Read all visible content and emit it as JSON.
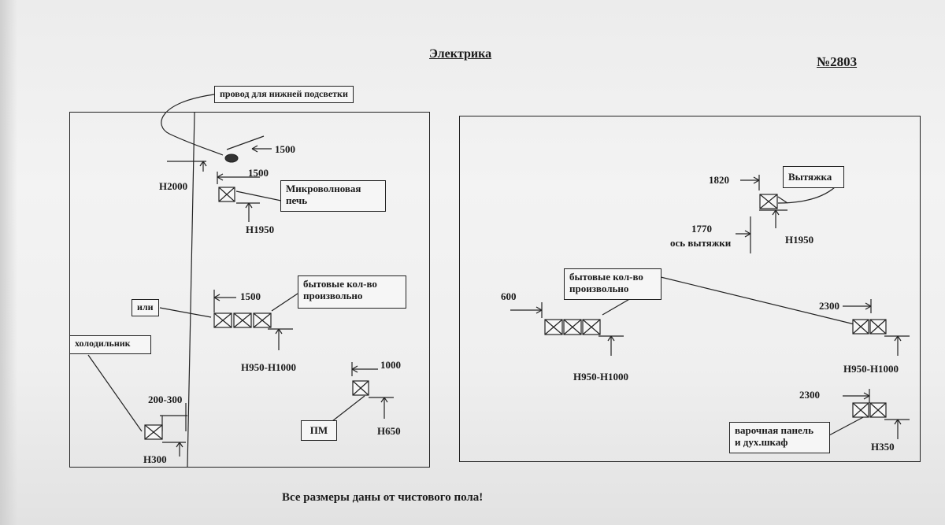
{
  "header": {
    "title": "Электрика",
    "number": "№2803"
  },
  "footer": {
    "note": "Все размеры даны от чистового пола!"
  },
  "left_panel": {
    "wire_label": "провод для нижней подсветки",
    "wire_dim": "1500",
    "wire_height": "H2000",
    "microwave_dim": "1500",
    "microwave_label_line1": "Микроволновая",
    "microwave_label_line2": "печь",
    "microwave_height": "H1950",
    "household_dim": "1500",
    "household_label_line1": "бытовые кол-во",
    "household_label_line2": "произвольно",
    "household_height": "H950-H1000",
    "or_label": "или",
    "fridge_label": "холодильник",
    "fridge_dim": "200-300",
    "fridge_height": "H300",
    "dishwasher_label": "ПМ",
    "dishwasher_dim": "1000",
    "dishwasher_height": "H650"
  },
  "right_panel": {
    "hood_label": "Вытяжка",
    "hood_dim": "1820",
    "hood_axis_value": "1770",
    "hood_axis_label": "ось вытяжки",
    "hood_height": "H1950",
    "household_label_line1": "бытовые кол-во",
    "household_label_line2": "произвольно",
    "household_left_dim": "600",
    "household_left_height": "H950-H1000",
    "household_right_dim": "2300",
    "household_right_height": "H950-H1000",
    "cooktop_dim": "2300",
    "cooktop_label_line1": "варочная панель",
    "cooktop_label_line2": "и дух.шкаф",
    "cooktop_height": "H350"
  }
}
